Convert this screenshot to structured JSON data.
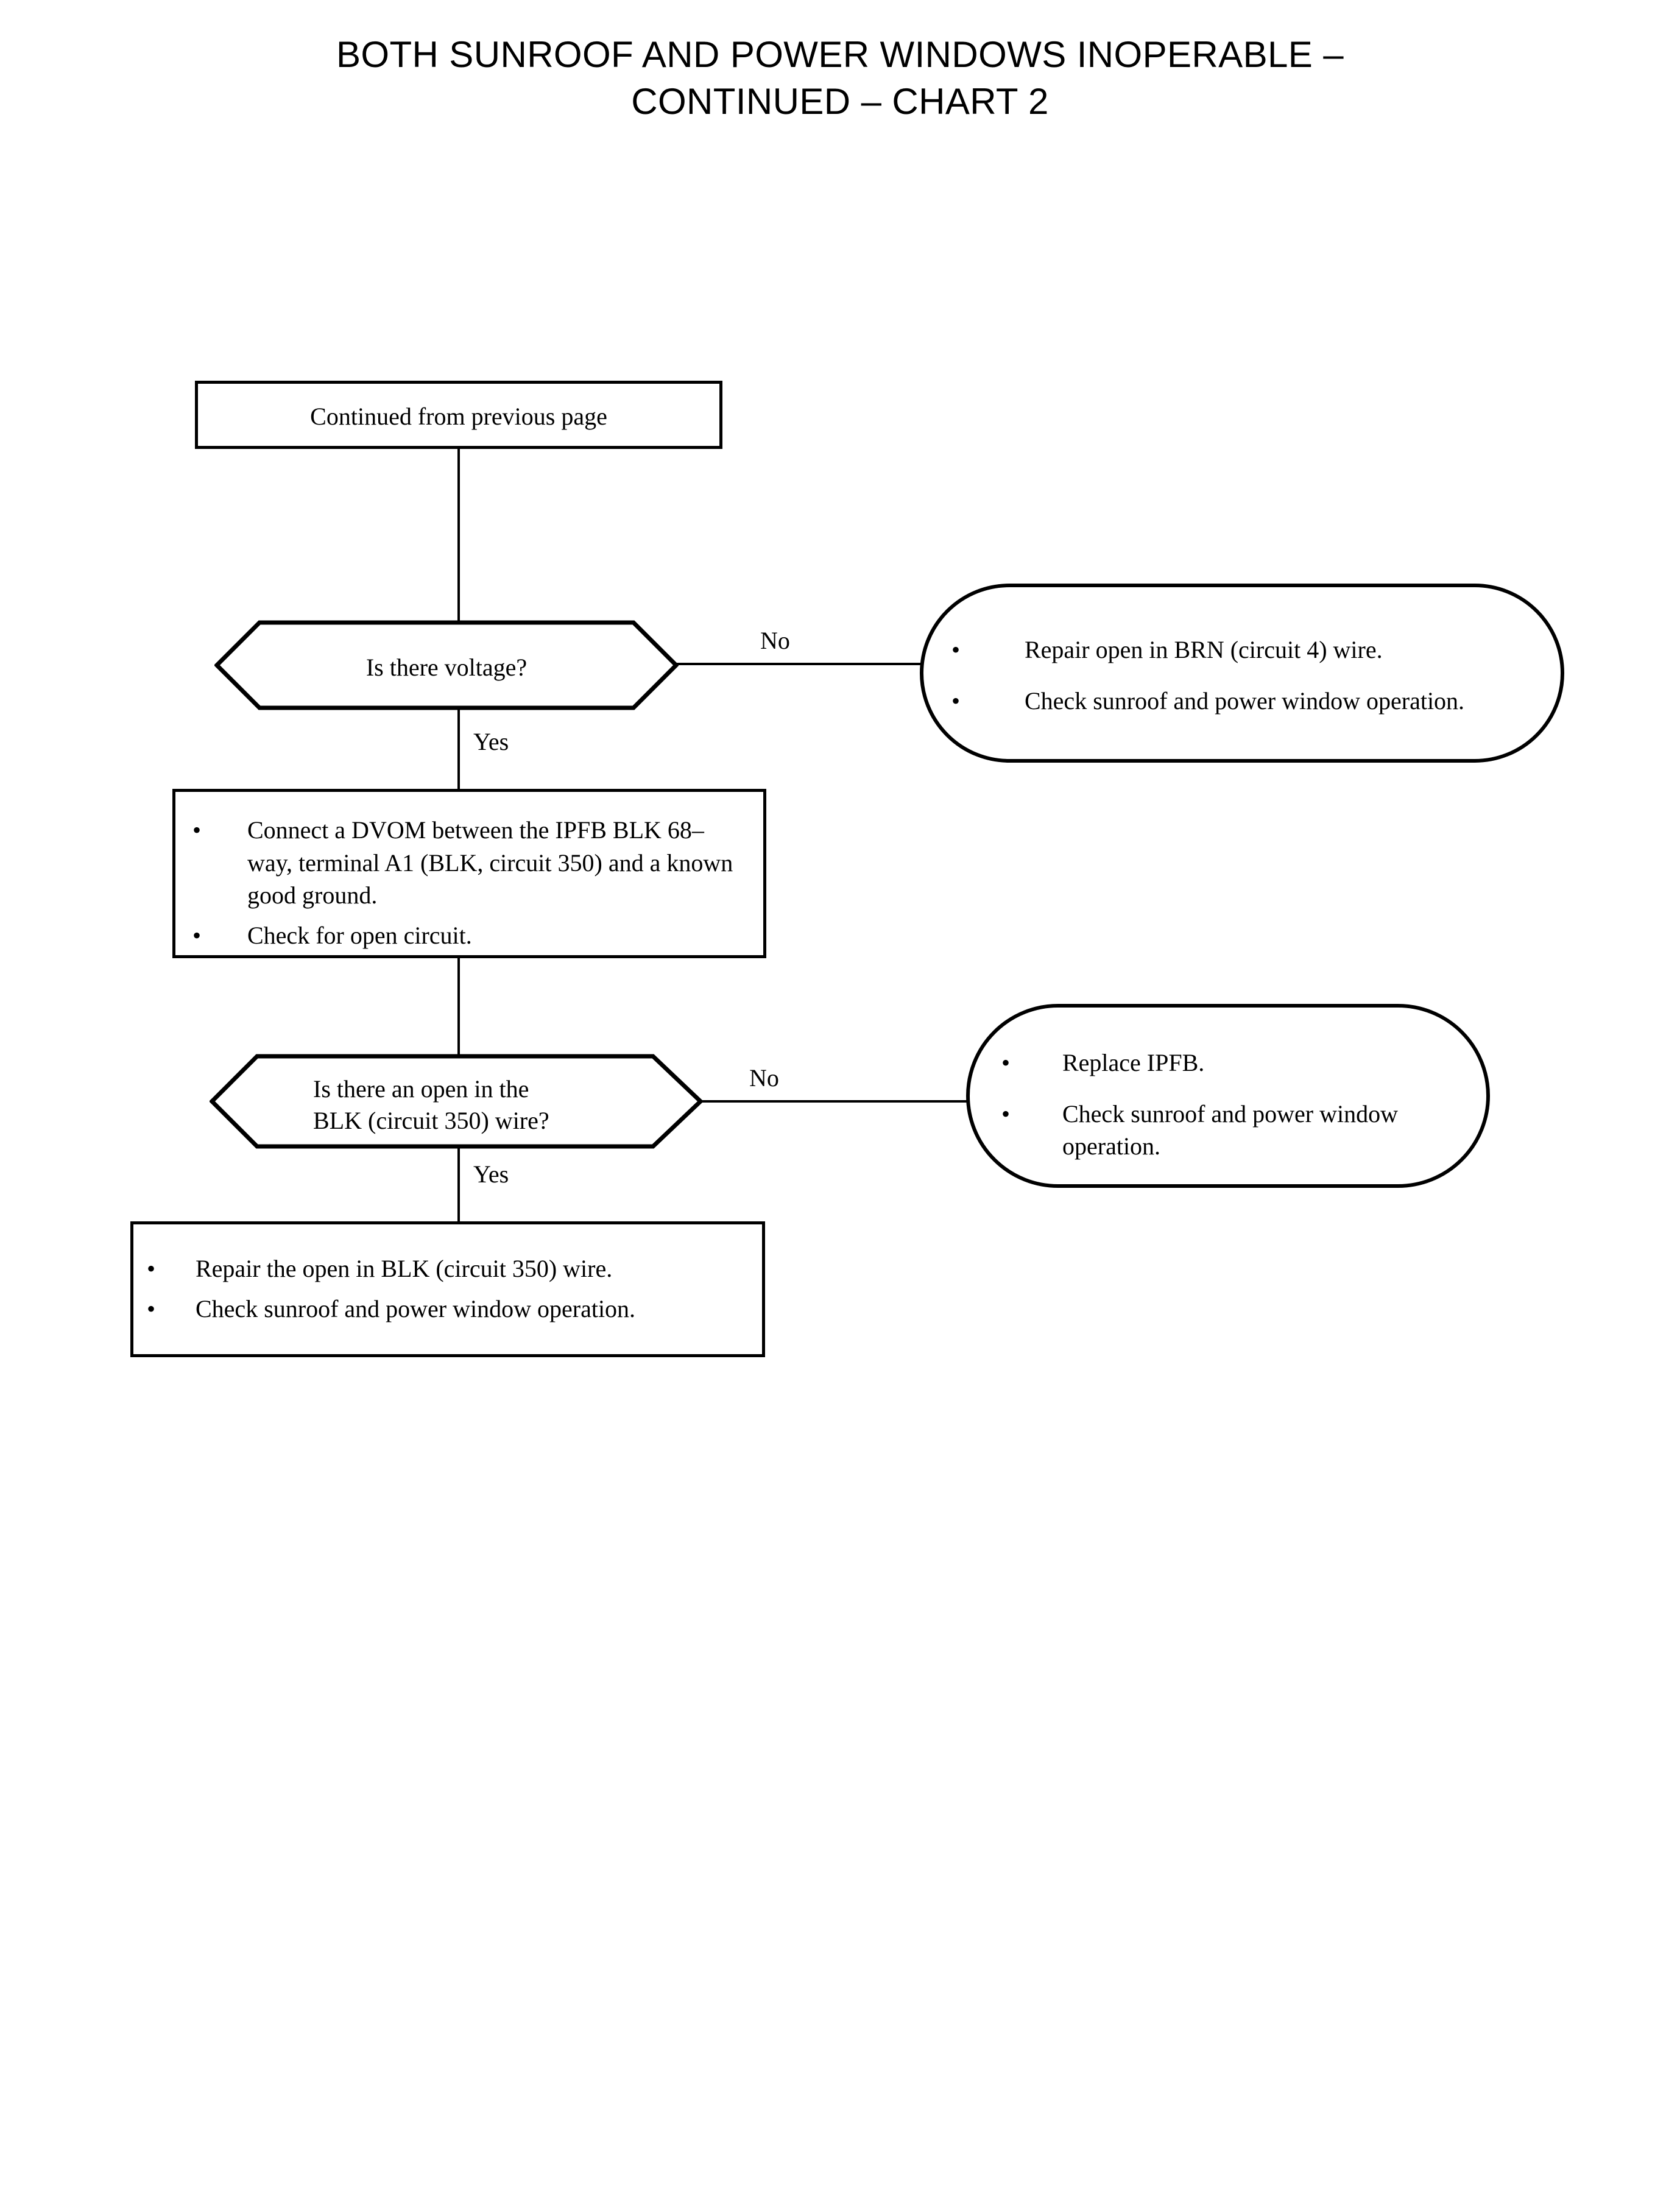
{
  "title": "BOTH SUNROOF AND POWER WINDOWS INOPERABLE –\nCONTINUED – CHART 2",
  "colors": {
    "stroke": "#000000",
    "background": "#ffffff",
    "text": "#000000"
  },
  "nodes": {
    "continued_from_previous": {
      "shape": "rectangle",
      "text": "Continued from previous page"
    },
    "decision_voltage": {
      "shape": "hexagon",
      "text": "Is there voltage?"
    },
    "repair_brn": {
      "shape": "rounded-rectangle",
      "bullets": [
        "Repair open in BRN (circuit 4) wire.",
        "Check sunroof and power window operation."
      ]
    },
    "connect_dvom": {
      "shape": "rectangle",
      "bullets": [
        "Connect a DVOM between the IPFB BLK 68–way, terminal A1 (BLK, circuit 350) and a known good ground.",
        "Check for open circuit."
      ]
    },
    "decision_open_blk": {
      "shape": "hexagon",
      "line1": "Is there an open in the",
      "line2": "BLK (circuit 350) wire?"
    },
    "replace_ipfb": {
      "shape": "rounded-rectangle",
      "bullets": [
        "Replace IPFB.",
        "Check sunroof and power window operation."
      ]
    },
    "repair_blk": {
      "shape": "rectangle",
      "bullets": [
        "Repair the open in BLK (circuit 350) wire.",
        "Check sunroof and power window operation."
      ]
    }
  },
  "edges": {
    "voltage_no": "No",
    "voltage_yes": "Yes",
    "open_blk_no": "No",
    "open_blk_yes": "Yes"
  },
  "bullet_glyph": "•"
}
